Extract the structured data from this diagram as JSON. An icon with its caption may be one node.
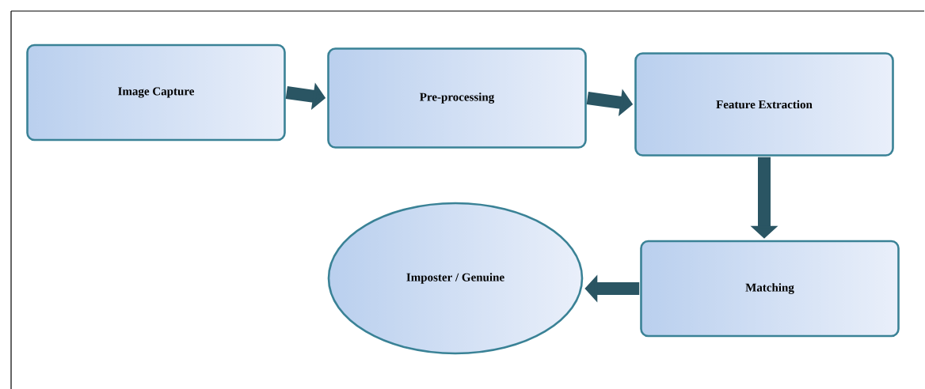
{
  "diagram": {
    "nodes": [
      {
        "text": [
          "Image Capture"
        ]
      },
      {
        "text": [
          "Pre-processing"
        ]
      },
      {
        "text": [
          "Feature Extraction"
        ]
      },
      {
        "text": [
          "Matching"
        ]
      },
      {
        "text": [
          "Imposter / Genuine"
        ]
      }
    ],
    "edges": [
      {
        "from": 0,
        "to": 1,
        "arrow": "to"
      },
      {
        "from": 1,
        "to": 2,
        "arrow": "to"
      },
      {
        "from": 2,
        "to": 3,
        "arrow": "to"
      },
      {
        "from": 3,
        "to": 4,
        "arrow": "to"
      }
    ]
  }
}
